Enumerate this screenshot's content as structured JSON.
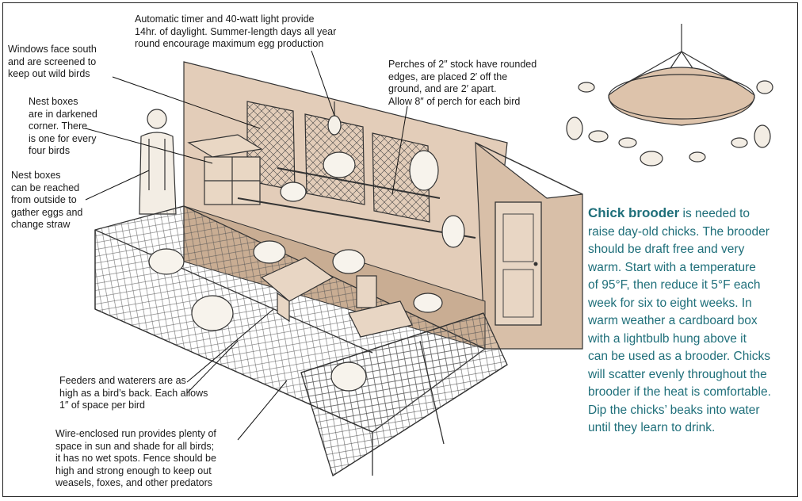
{
  "annotations": {
    "timer": "Automatic timer and 40-watt light provide\n14hr. of daylight. Summer-length days all year\nround encourage maximum egg production",
    "windows": "Windows face south\nand are screened to\nkeep out wild birds",
    "nest_dark": "Nest boxes\nare in darkened\ncorner. There\nis one for every\nfour birds",
    "nest_reach": "Nest boxes\ncan be reached\nfrom outside to\ngather eggs and\nchange straw",
    "perches": "Perches of 2″ stock have rounded\nedges, are placed 2′ off the\nground, and are 2′ apart.\nAllow 8″ of perch for each bird",
    "feeders": "Feeders and waterers are as\nhigh as a bird’s back. Each allows\n1″ of space per bird",
    "run": "Wire-enclosed run provides plenty of\nspace in sun and shade for all birds;\nit has no wet spots. Fence should be\nhigh and strong enough to keep out\nweasels, foxes, and other predators"
  },
  "brooder": {
    "heading": "Chick brooder",
    "body": " is needed to\nraise day-old chicks. The brooder\nshould be draft free and very\nwarm. Start with a temperature\nof 95°F, then reduce it 5°F each\nweek for six to eight weeks. In\nwarm weather a cardboard box\nwith a lightbulb hung above it\ncan be used as a brooder. Chicks\nwill scatter evenly throughout the\nbrooder if the heat is comfortable.\nDip the chicks’ beaks into water\nuntil they learn to drink."
  },
  "colors": {
    "wall": "#e3cdb9",
    "wall_shade": "#cfb49c",
    "text_accent": "#1f6f7a",
    "ink": "#1a1a1a"
  }
}
